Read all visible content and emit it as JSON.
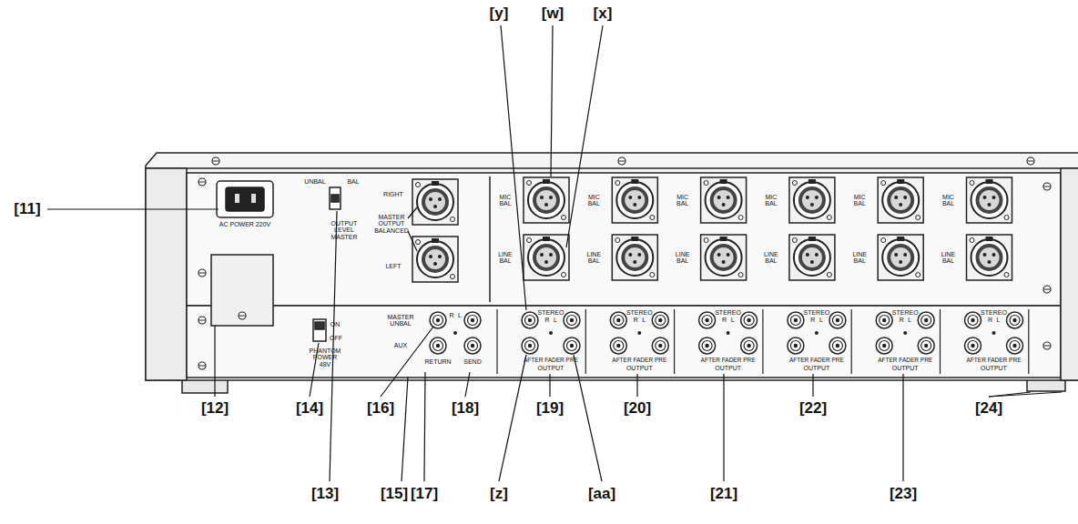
{
  "diagram": {
    "labels": [
      "[y]",
      "[w]",
      "[x]",
      "[11]",
      "[12]",
      "[13]",
      "[14]",
      "[15]",
      "[16]",
      "[17]",
      "[18]",
      "[z]",
      "[19]",
      "[aa]",
      "[20]",
      "[21]",
      "[22]",
      "[23]",
      "[24]",
      "AC POWER 220V",
      "UNBAL",
      "BAL",
      "OUTPUT LEVEL MASTER",
      "RIGHT",
      "MASTER OUTPUT BALANCED",
      "LEFT",
      "ON",
      "OFF",
      "PHANTOM POWER 48V",
      "MASTER UNBAL",
      "R",
      "L",
      "AUX",
      "RETURN",
      "SEND",
      "MIC BAL",
      "LINE BAL",
      "STEREO",
      "R",
      "L",
      "AFTER FADER PRE",
      "OUTPUT",
      "MIC BAL",
      "LINE BAL",
      "STEREO",
      "R",
      "L",
      "AFTER FADER PRE",
      "OUTPUT",
      "MIC BAL",
      "LINE BAL",
      "STEREO",
      "R",
      "L",
      "AFTER FADER PRE",
      "OUTPUT",
      "MIC BAL",
      "LINE BAL",
      "STEREO",
      "R",
      "L",
      "AFTER FADER PRE",
      "OUTPUT",
      "MIC BAL",
      "LINE BAL",
      "STEREO",
      "R",
      "L",
      "AFTER FADER PRE",
      "OUTPUT",
      "MIC BAL",
      "LINE BAL",
      "STEREO",
      "R",
      "L",
      "AFTER FADER PRE",
      "OUTPUT"
    ]
  }
}
